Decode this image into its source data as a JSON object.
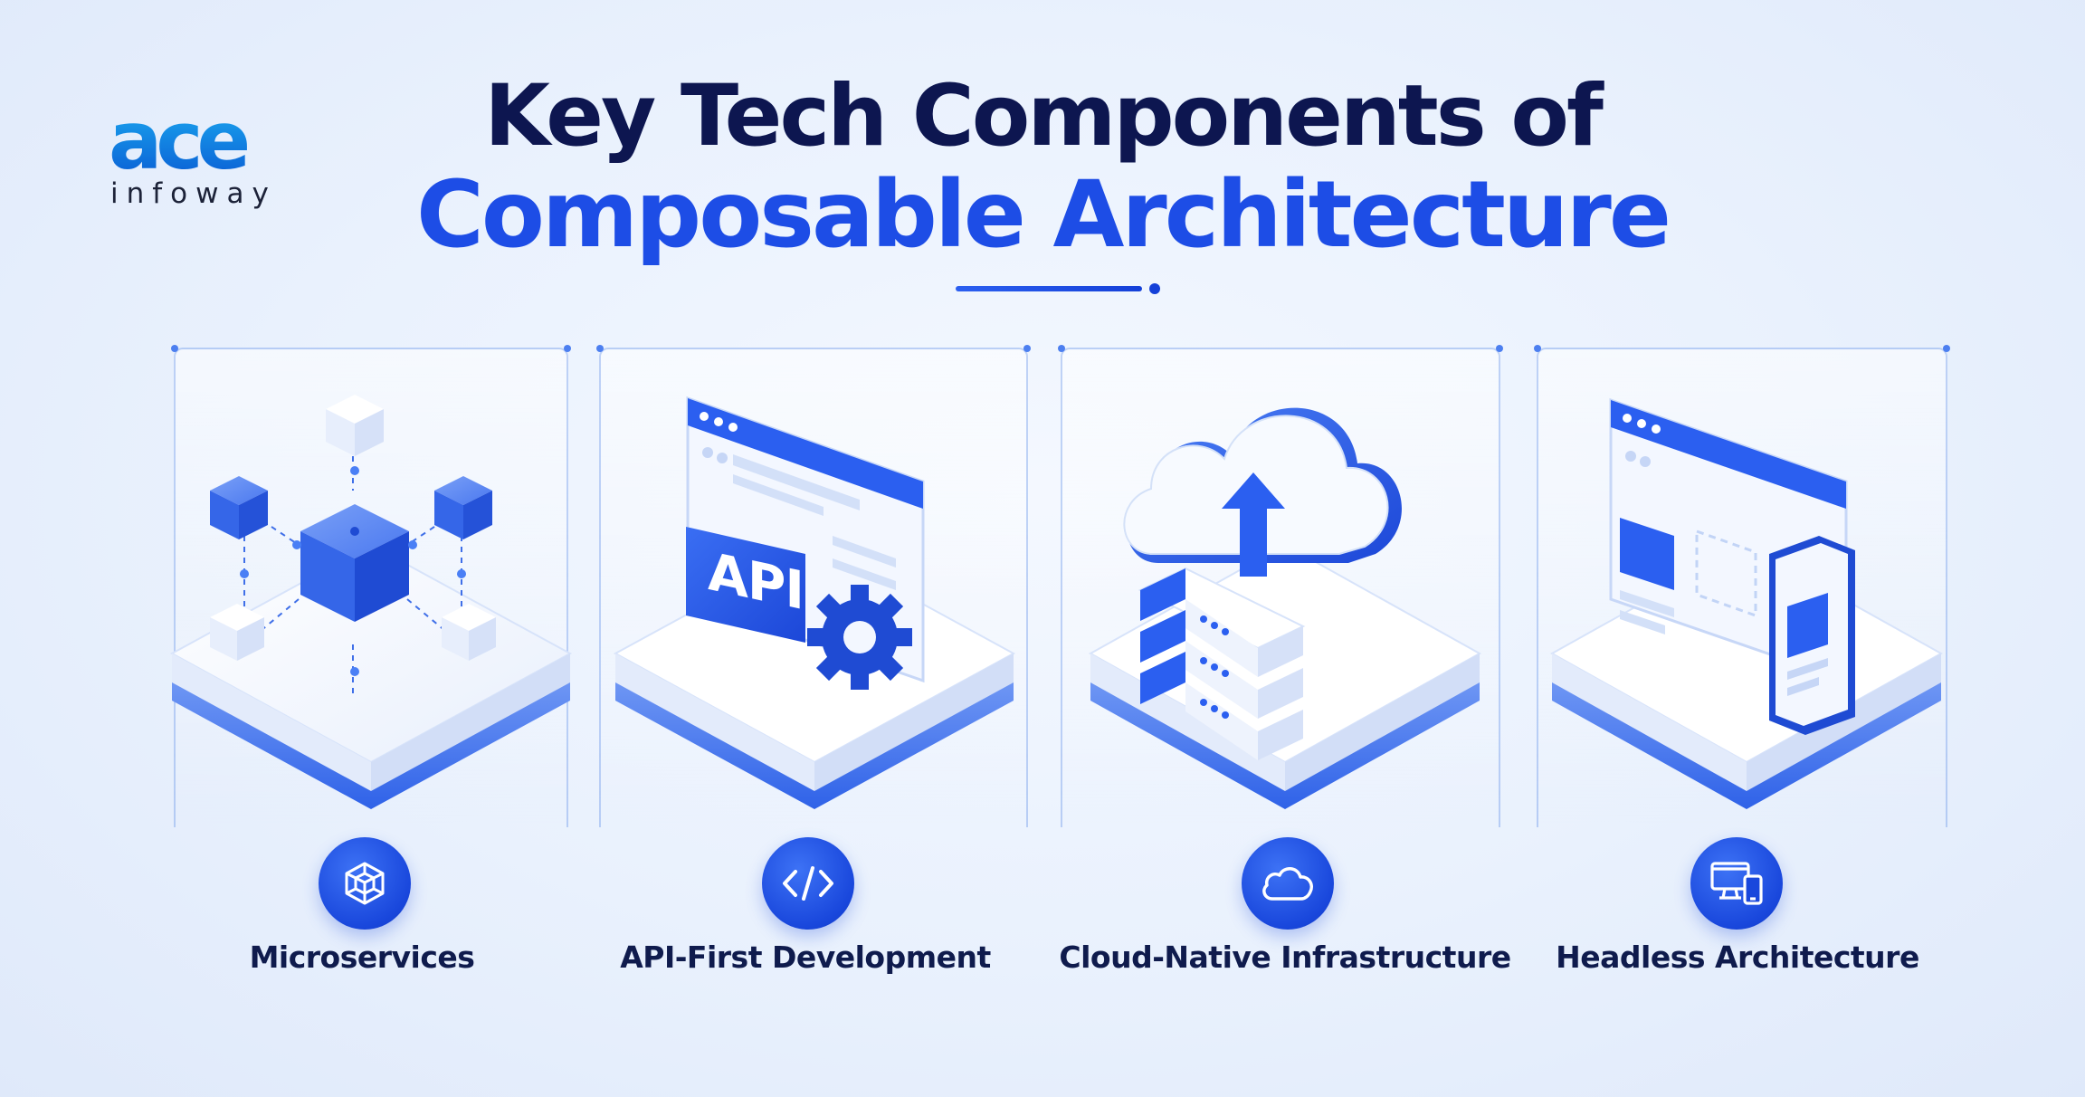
{
  "logo": {
    "mark": "ace",
    "sub": "infoway"
  },
  "header": {
    "title_line1": "Key Tech Components of",
    "title_line2": "Composable Architecture"
  },
  "components": [
    {
      "label": "Microservices",
      "icon": "cube-network-icon"
    },
    {
      "label": "API-First Development",
      "icon": "code-brackets-icon",
      "card_text": "API"
    },
    {
      "label": "Cloud-Native Infrastructure",
      "icon": "cloud-icon"
    },
    {
      "label": "Headless Architecture",
      "icon": "desktop-mobile-icon"
    }
  ],
  "colors": {
    "primary": "#1d4de6",
    "navy": "#0d1650",
    "background": "#eaf1fd",
    "logo_gradient_top": "#1aa5ee",
    "logo_gradient_bottom": "#0b62d6"
  }
}
